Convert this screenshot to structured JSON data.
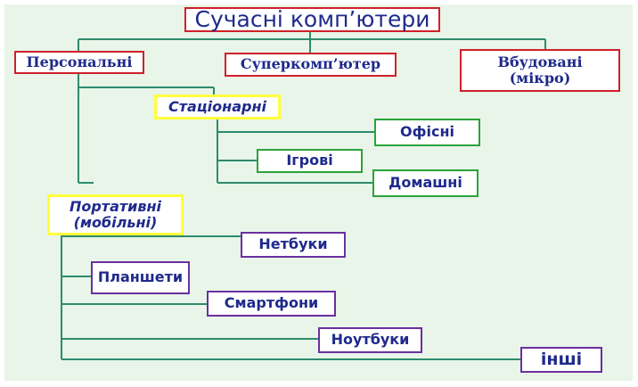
{
  "title": "Сучасні комп’ютери",
  "nodes": {
    "personal": "Персональні",
    "super": "Суперкомп’ютер",
    "embedded_line1": "Вбудовані",
    "embedded_line2": "(мікро)",
    "stationary": "Стаціонарні",
    "office": "Офісні",
    "gaming": "Ігрові",
    "home": "Домашні",
    "portable_line1": "Портативні",
    "portable_line2": "(мобільні)",
    "netbooks": "Нетбуки",
    "tablets": "Планшети",
    "smartphones": "Смартфони",
    "laptops": "Ноутбуки",
    "other": "інші"
  },
  "colors": {
    "background": "#e8f5e8",
    "connector": "#2e8b6e",
    "text": "#1f2a8c",
    "border_red": "#d0202a",
    "border_yellow": "#ffff3c",
    "border_green": "#2aa33a",
    "border_purple": "#6a2fa0"
  }
}
